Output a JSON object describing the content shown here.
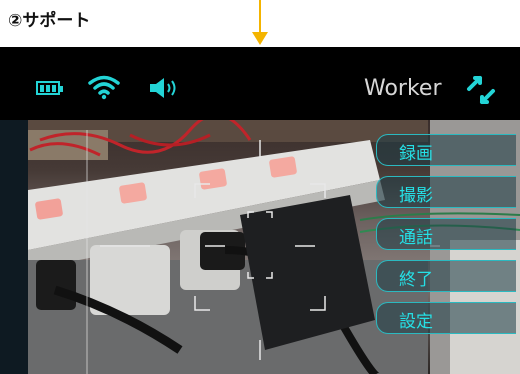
{
  "page_title": "②サポート",
  "status": {
    "worker_label": "Worker"
  },
  "menu": [
    {
      "label": "録画"
    },
    {
      "label": "撮影"
    },
    {
      "label": "通話"
    },
    {
      "label": "終了"
    },
    {
      "label": "設定"
    }
  ],
  "colors": {
    "accent": "#23d4d6",
    "arrow": "#f4b400",
    "screen_bg": "#000000"
  }
}
